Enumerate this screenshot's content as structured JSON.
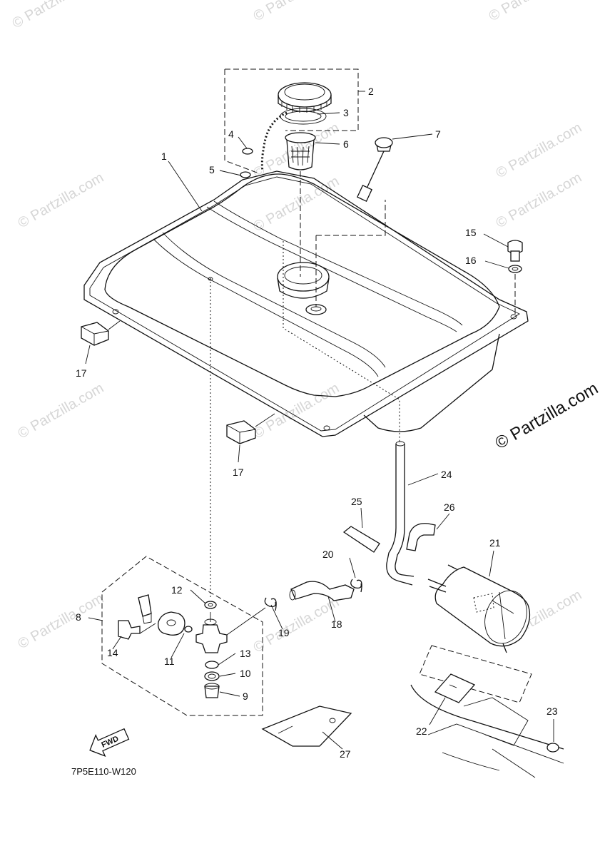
{
  "watermark_text": "© Partzilla.com",
  "copyright_text": "© Partzilla.com",
  "ref_code": "7P5E110-W120",
  "fwd_label": "FWD",
  "parts": {
    "p1": "1",
    "p2": "2",
    "p3": "3",
    "p4": "4",
    "p5": "5",
    "p6": "6",
    "p7": "7",
    "p8": "8",
    "p9": "9",
    "p10": "10",
    "p11": "11",
    "p12": "12",
    "p13": "13",
    "p14": "14",
    "p15": "15",
    "p16": "16",
    "p17a": "17",
    "p17b": "17",
    "p18": "18",
    "p19": "19",
    "p20": "20",
    "p21": "21",
    "p22": "22",
    "p23": "23",
    "p24": "24",
    "p25": "25",
    "p26": "26",
    "p27": "27"
  }
}
